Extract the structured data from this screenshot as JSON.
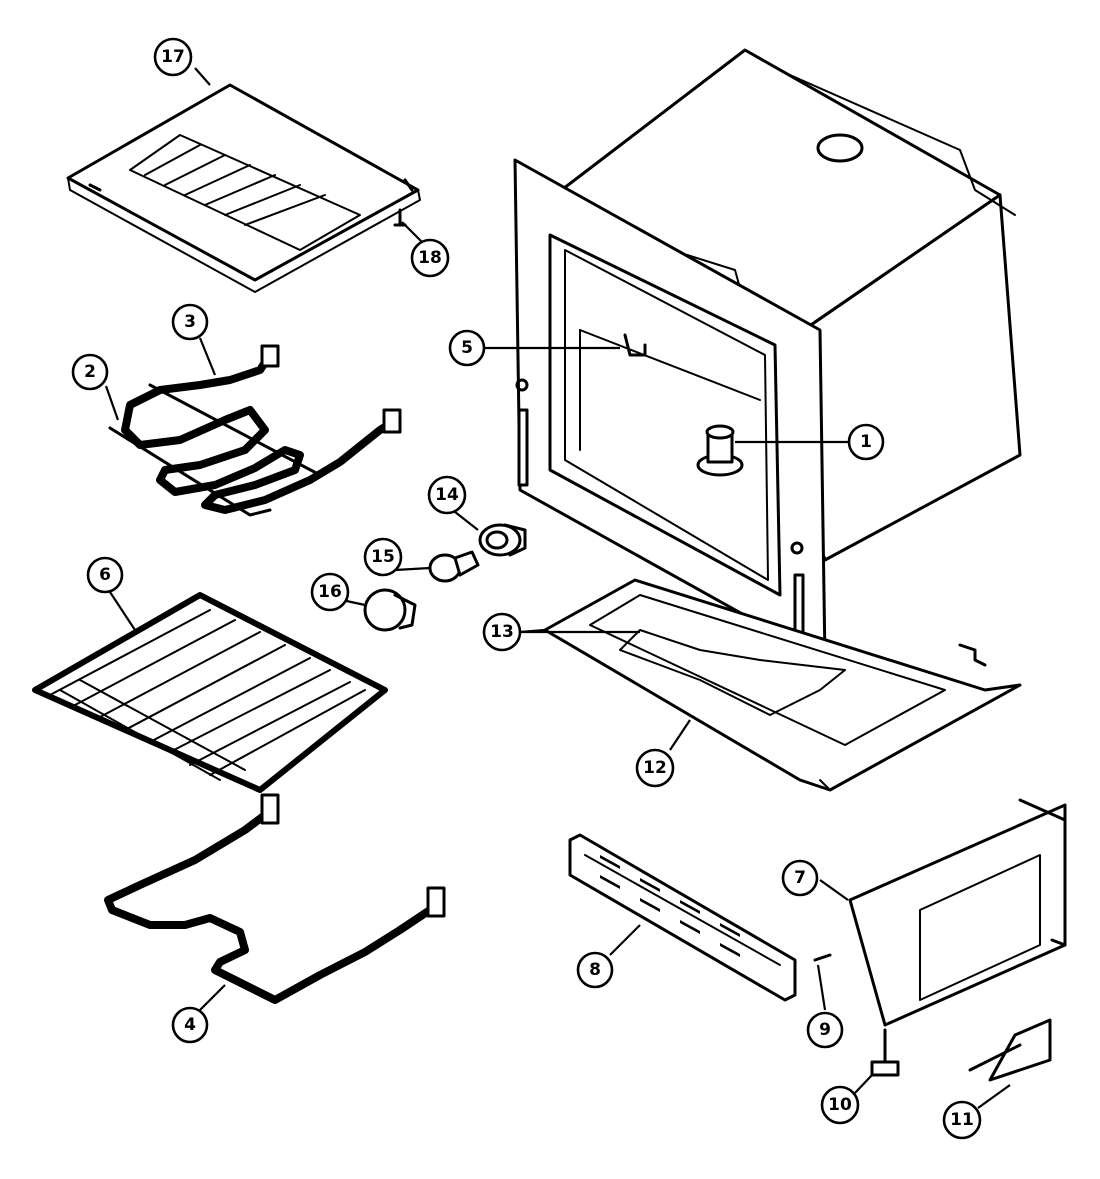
{
  "callouts": [
    {
      "id": "1",
      "label": "1"
    },
    {
      "id": "2",
      "label": "2"
    },
    {
      "id": "3",
      "label": "3"
    },
    {
      "id": "4",
      "label": "4"
    },
    {
      "id": "5",
      "label": "5"
    },
    {
      "id": "6",
      "label": "6"
    },
    {
      "id": "7",
      "label": "7"
    },
    {
      "id": "8",
      "label": "8"
    },
    {
      "id": "9",
      "label": "9"
    },
    {
      "id": "10",
      "label": "10"
    },
    {
      "id": "11",
      "label": "11"
    },
    {
      "id": "12",
      "label": "12"
    },
    {
      "id": "13",
      "label": "13"
    },
    {
      "id": "14",
      "label": "14"
    },
    {
      "id": "15",
      "label": "15"
    },
    {
      "id": "16",
      "label": "16"
    },
    {
      "id": "17",
      "label": "17"
    },
    {
      "id": "18",
      "label": "18"
    }
  ],
  "colors": {
    "ink": "#000000",
    "paper": "#ffffff"
  }
}
